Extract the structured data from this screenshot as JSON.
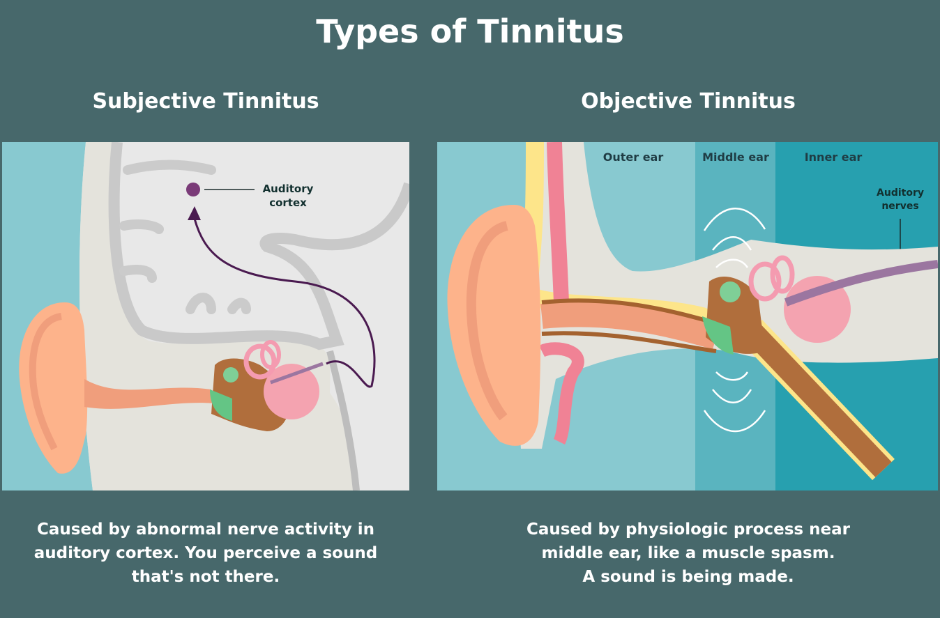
{
  "title": "Types of Tinnitus",
  "subjective": {
    "heading": "Subjective Tinnitus",
    "label_auditory_cortex_line1": "Auditory",
    "label_auditory_cortex_line2": "cortex",
    "caption_lines": [
      "Caused by abnormal nerve activity in",
      "auditory cortex. You perceive a sound",
      "that's not there."
    ]
  },
  "objective": {
    "heading": "Objective Tinnitus",
    "zone_outer": "Outer ear",
    "zone_middle": "Middle ear",
    "zone_inner": "Inner ear",
    "label_nerves_line1": "Auditory",
    "label_nerves_line2": "nerves",
    "caption_lines": [
      "Caused by physiologic process near",
      "middle ear, like a muscle spasm.",
      "A sound is being made."
    ]
  },
  "colors": {
    "background": "#47686b",
    "teal_light": "#88c9d0",
    "teal_mid": "#5ab4bf",
    "teal_dark": "#27a0af",
    "skin": "#fdb38b",
    "cochlea": "#f4a3b0",
    "bone": "#b06e3c",
    "ossicle": "#7fcf97",
    "nerve_path": "#4a1a50"
  }
}
